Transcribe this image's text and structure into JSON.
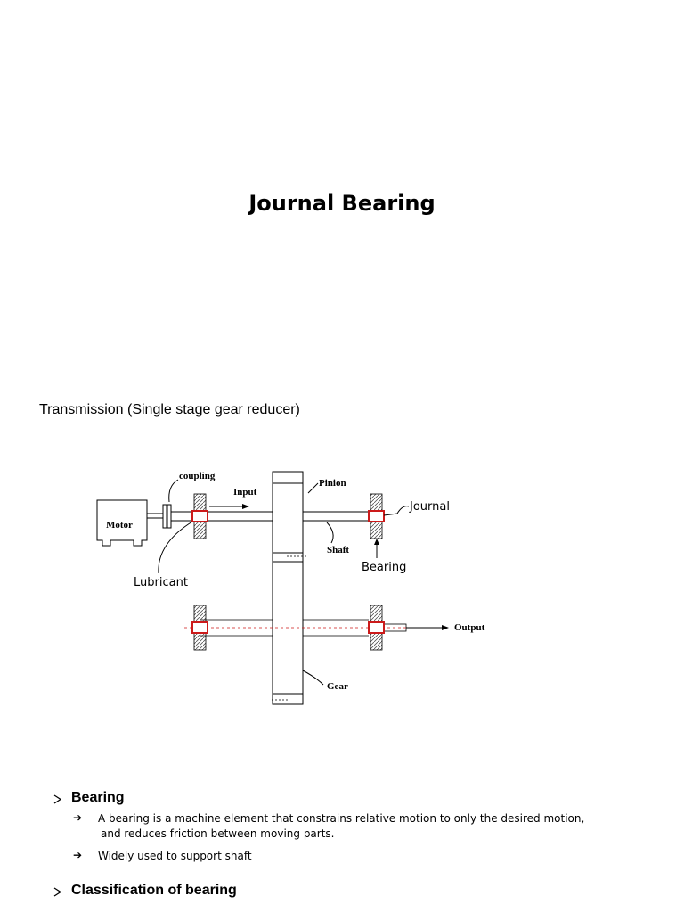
{
  "title": "Journal Bearing",
  "subtitle": "Transmission (Single stage gear reducer)",
  "diagram": {
    "motor": "Motor",
    "coupling": "coupling",
    "input": "Input",
    "pinion": "Pinion",
    "journal": "Journal",
    "shaft": "Shaft",
    "bearing": "Bearing",
    "lubricant": "Lubricant",
    "output": "Output",
    "gear": "Gear"
  },
  "sections": [
    {
      "heading": "Bearing",
      "points": [
        {
          "line1": "A bearing is a machine element that constrains relative motion to only the desired motion,",
          "line2": "and reduces friction between moving parts."
        },
        {
          "line1": "Widely used to support shaft"
        }
      ]
    },
    {
      "heading": "Classification of bearing"
    }
  ],
  "colors": {
    "bearing_red": "#cc1a1a",
    "line": "#000000"
  },
  "icons": {
    "section_marker": "triangle-right-icon",
    "bullet": "arrow-right-icon"
  }
}
